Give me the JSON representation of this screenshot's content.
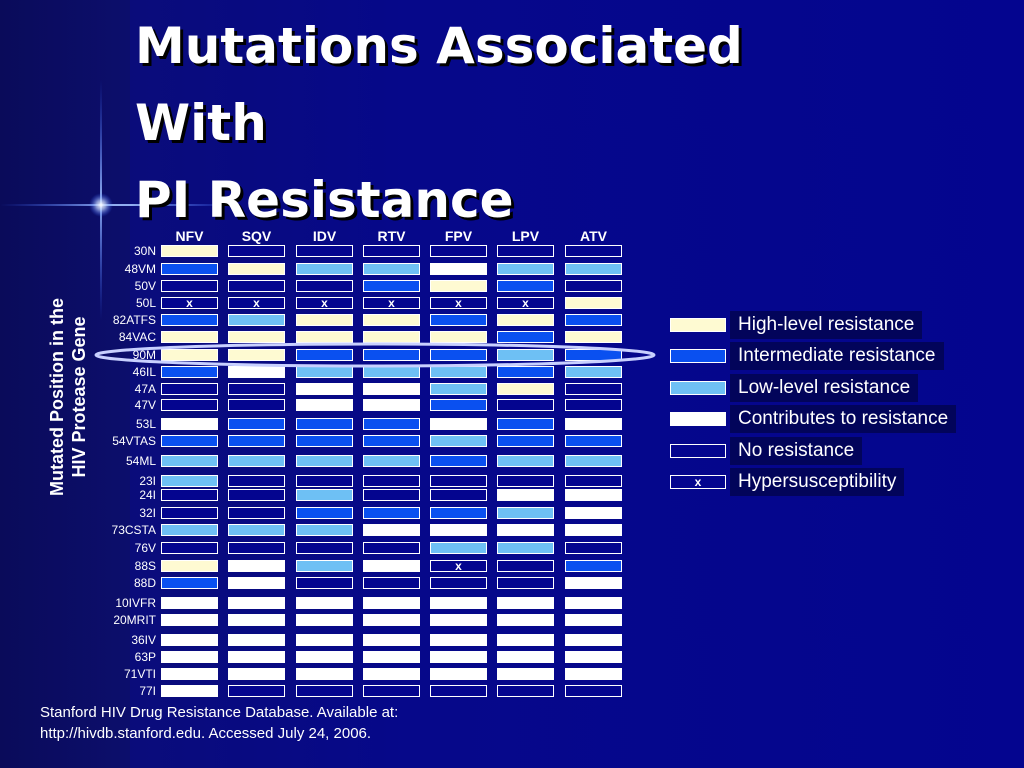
{
  "title": {
    "lines": [
      "Mutations Associated",
      "With",
      "PI Resistance"
    ]
  },
  "y_axis_label": {
    "lines": [
      "Mutated Position in the",
      "HIV Protease Gene"
    ]
  },
  "chart_data": {
    "type": "heatmap",
    "columns": [
      "NFV",
      "SQV",
      "IDV",
      "RTV",
      "FPV",
      "LPV",
      "ATV"
    ],
    "rows": [
      "30N",
      "48VM",
      "50V",
      "50L",
      "82ATFS",
      "84VAC",
      "90M",
      "46IL",
      "47A",
      "47V",
      "53L",
      "54VTAS",
      "54ML",
      "23I",
      "24I",
      "32I",
      "73CSTA",
      "76V",
      "88S",
      "88D",
      "10IVFR",
      "20MRIT",
      "36IV",
      "63P",
      "71VTI",
      "77I"
    ],
    "legend": [
      {
        "code": "H",
        "label": "High-level resistance",
        "color": "#fefad2"
      },
      {
        "code": "I",
        "label": "Intermediate resistance",
        "color": "#0a50f0"
      },
      {
        "code": "L",
        "label": "Low-level resistance",
        "color": "#6ec0f4"
      },
      {
        "code": "C",
        "label": "Contributes to resistance",
        "color": "#ffffff"
      },
      {
        "code": "N",
        "label": "No resistance",
        "color": "#04058f"
      },
      {
        "code": "X",
        "label": "Hypersusceptibility",
        "color": "#04058f",
        "marker": "x"
      }
    ],
    "values": [
      [
        "H",
        "N",
        "N",
        "N",
        "N",
        "N",
        "N"
      ],
      [
        "I",
        "H",
        "L",
        "L",
        "C",
        "L",
        "L"
      ],
      [
        "N",
        "N",
        "N",
        "I",
        "H",
        "I",
        "N"
      ],
      [
        "X",
        "X",
        "X",
        "X",
        "X",
        "X",
        "H"
      ],
      [
        "I",
        "L",
        "H",
        "H",
        "I",
        "H",
        "I"
      ],
      [
        "H",
        "H",
        "H",
        "H",
        "H",
        "I",
        "H"
      ],
      [
        "H",
        "H",
        "I",
        "I",
        "I",
        "L",
        "I"
      ],
      [
        "I",
        "C",
        "L",
        "L",
        "L",
        "I",
        "L"
      ],
      [
        "N",
        "N",
        "C",
        "C",
        "L",
        "H",
        "N"
      ],
      [
        "N",
        "N",
        "C",
        "C",
        "I",
        "N",
        "N"
      ],
      [
        "C",
        "I",
        "I",
        "I",
        "C",
        "I",
        "C"
      ],
      [
        "I",
        "I",
        "I",
        "I",
        "L",
        "I",
        "I"
      ],
      [
        "L",
        "L",
        "L",
        "L",
        "I",
        "L",
        "L"
      ],
      [
        "L",
        "N",
        "N",
        "N",
        "N",
        "N",
        "N"
      ],
      [
        "N",
        "N",
        "L",
        "N",
        "N",
        "C",
        "C"
      ],
      [
        "N",
        "N",
        "I",
        "I",
        "I",
        "L",
        "C"
      ],
      [
        "L",
        "L",
        "L",
        "C",
        "C",
        "C",
        "C"
      ],
      [
        "N",
        "N",
        "N",
        "N",
        "L",
        "L",
        "N"
      ],
      [
        "H",
        "C",
        "L",
        "C",
        "X",
        "N",
        "I"
      ],
      [
        "I",
        "C",
        "N",
        "N",
        "N",
        "N",
        "C"
      ],
      [
        "C",
        "C",
        "C",
        "C",
        "C",
        "C",
        "C"
      ],
      [
        "C",
        "C",
        "C",
        "C",
        "C",
        "C",
        "C"
      ],
      [
        "C",
        "C",
        "C",
        "C",
        "C",
        "C",
        "C"
      ],
      [
        "C",
        "C",
        "C",
        "C",
        "C",
        "C",
        "C"
      ],
      [
        "C",
        "C",
        "C",
        "C",
        "C",
        "C",
        "C"
      ],
      [
        "C",
        "N",
        "N",
        "N",
        "N",
        "N",
        "N"
      ]
    ],
    "marker_text": "x",
    "highlighted_row": "90M"
  },
  "source": {
    "lines": [
      "Stanford HIV Drug Resistance Database. Available at:",
      "http://hivdb.stanford.edu. Accessed July 24, 2006."
    ]
  },
  "colors": {
    "background": "#04058f",
    "text": "#ffffff",
    "legend_label_bg": "#02045a"
  }
}
